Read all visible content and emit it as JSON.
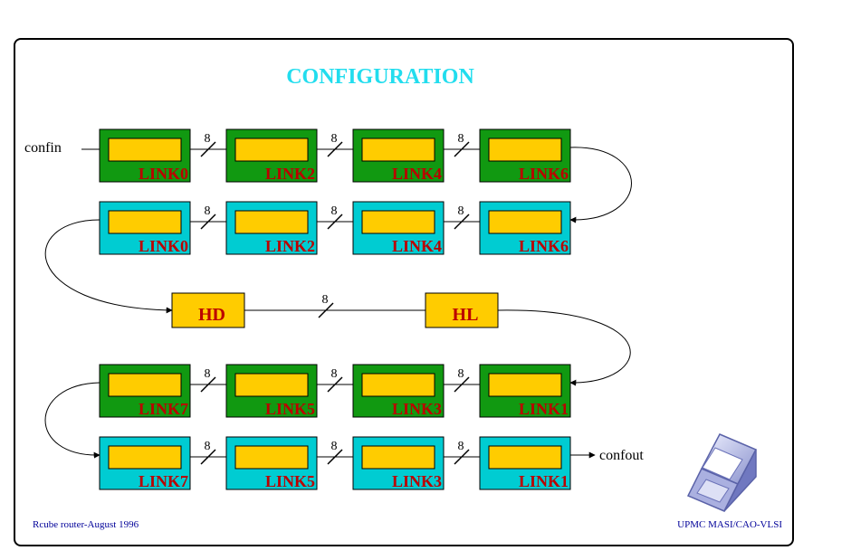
{
  "title": "CONFIGURATION",
  "colors": {
    "title": "#22ddee",
    "green_block": "#119911",
    "cyan_block": "#00ccd2",
    "register": "#ffcc00",
    "link_text": "#bb0000",
    "footer": "#000099"
  },
  "input_label": "confin",
  "output_label": "confout",
  "bus_width_label": "8",
  "rows": [
    {
      "color": "green",
      "direction": "right",
      "links": [
        "LINK0",
        "LINK2",
        "LINK4",
        "LINK6"
      ]
    },
    {
      "color": "cyan",
      "direction": "left",
      "links": [
        "LINK0",
        "LINK2",
        "LINK4",
        "LINK6"
      ]
    },
    {
      "color": "green",
      "direction": "left",
      "links": [
        "LINK7",
        "LINK5",
        "LINK3",
        "LINK1"
      ]
    },
    {
      "color": "cyan",
      "direction": "right",
      "links": [
        "LINK7",
        "LINK5",
        "LINK3",
        "LINK1"
      ]
    }
  ],
  "header_blocks": [
    "HD",
    "HL"
  ],
  "footer_left": "Rcube router-August 1996",
  "footer_right": "UPMC MASI/CAO-VLSI",
  "logo_icon": "cube-logo-icon"
}
